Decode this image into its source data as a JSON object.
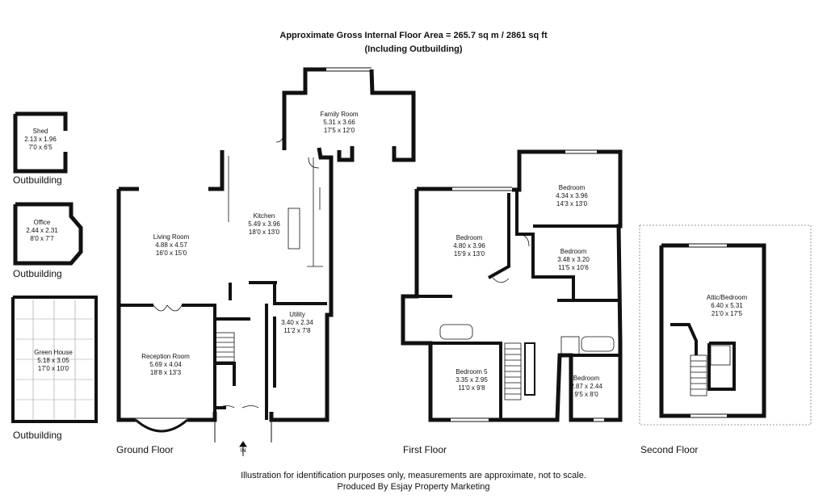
{
  "header": {
    "line1": "Approximate Gross Internal Floor Area = 265.7 sq m / 2861 sq ft",
    "line2": "(Including Outbuilding)"
  },
  "footer": {
    "line1": "Illustration for identification purposes only, measurements are approximate, not to scale.",
    "line2": "Produced By Esjay Property Marketing"
  },
  "floors": {
    "ground": "Ground Floor",
    "first": "First Floor",
    "second": "Second Floor"
  },
  "outbuildings": {
    "shed": {
      "label": "Outbuilding",
      "name": "Shed",
      "metric": "2.13 x 1.96",
      "imperial": "7'0 x 6'5"
    },
    "office": {
      "label": "Outbuilding",
      "name": "Office",
      "metric": "2.44 x 2.31",
      "imperial": "8'0 x 7'7"
    },
    "greenhouse": {
      "label": "Outbuilding",
      "name": "Green House",
      "metric": "5.18 x 3.05",
      "imperial": "17'0 x 10'0"
    }
  },
  "rooms": {
    "family": {
      "name": "Family Room",
      "metric": "5.31 x 3.66",
      "imperial": "17'5 x 12'0"
    },
    "kitchen": {
      "name": "Kitchen",
      "metric": "5.49 x 3.96",
      "imperial": "18'0 x 13'0"
    },
    "living": {
      "name": "Living Room",
      "metric": "4.88 x 4.57",
      "imperial": "16'0 x 15'0"
    },
    "utility": {
      "name": "Utility",
      "metric": "3.40 x 2.34",
      "imperial": "11'2 x 7'8"
    },
    "reception": {
      "name": "Reception Room",
      "metric": "5.69 x 4.04",
      "imperial": "18'8 x 13'3"
    },
    "bed_a": {
      "name": "Bedroom",
      "metric": "4.34 x 3.96",
      "imperial": "14'3 x 13'0"
    },
    "bed_b": {
      "name": "Bedroom",
      "metric": "4.80 x 3.96",
      "imperial": "15'9 x 13'0"
    },
    "bed_c": {
      "name": "Bedroom",
      "metric": "3.48 x 3.20",
      "imperial": "11'5 x 10'6"
    },
    "bed_5": {
      "name": "Bedroom 5",
      "metric": "3.35 x 2.95",
      "imperial": "11'0 x 9'8"
    },
    "bed_d": {
      "name": "Bedroom",
      "metric": "2.87 x 2.44",
      "imperial": "9'5 x 8'0"
    },
    "attic": {
      "name": "Attic/Bedroom",
      "metric": "6.40 x 5.31",
      "imperial": "21'0 x 17'5"
    }
  },
  "entrance": "IN"
}
